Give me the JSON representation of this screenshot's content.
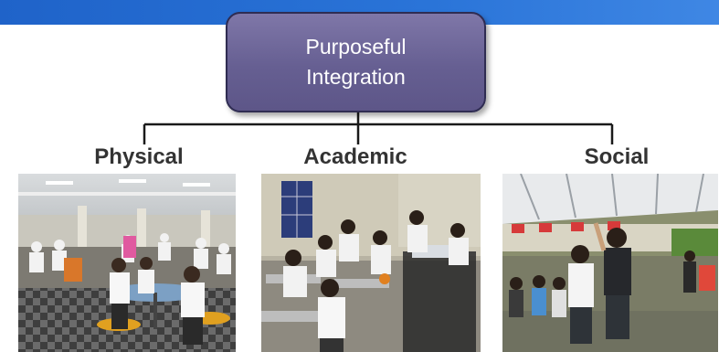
{
  "root": {
    "line1": "Purposeful",
    "line2": "Integration"
  },
  "branches": [
    {
      "label": "Physical",
      "photo_icon": "canteen-students-photo"
    },
    {
      "label": "Academic",
      "photo_icon": "classroom-students-photo"
    },
    {
      "label": "Social",
      "photo_icon": "tent-event-students-photo"
    }
  ],
  "colors": {
    "banner": "#2a74d8",
    "root_box": "#6f6899",
    "connector": "#1a1a1a",
    "label_text": "#333333"
  }
}
